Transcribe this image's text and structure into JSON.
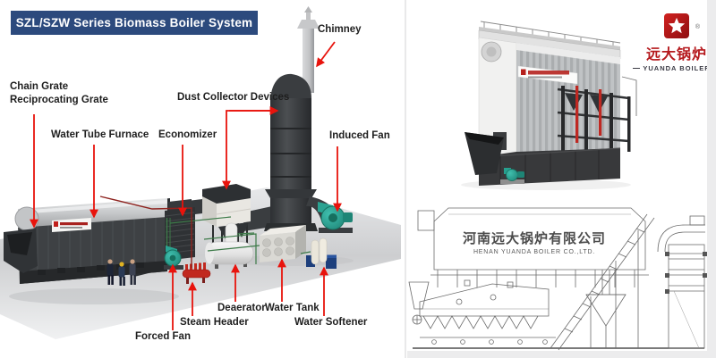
{
  "title_banner": {
    "text": "SZL/SZW Series Biomass Boiler System"
  },
  "diagram": {
    "labels": {
      "chimney": "Chimney",
      "chain_grate": "Chain Grate",
      "reciprocating_grate": "Reciprocating Grate",
      "water_tube_furnace": "Water Tube Furnace",
      "economizer": "Economizer",
      "dust_collector_devices": "Dust Collector Devices",
      "induced_fan": "Induced Fan",
      "forced_fan": "Forced Fan",
      "steam_header": "Steam Header",
      "deaerator": "Deaerator",
      "water_tank": "Water Tank",
      "water_softener": "Water Softener"
    }
  },
  "brand": {
    "cn": "远大锅炉",
    "en": "YUANDA BOILER",
    "registered": "®"
  },
  "drawing": {
    "company_cn": "河南远大锅炉有限公司",
    "company_en": "HENAN YUANDA BOILER CO.,LTD."
  },
  "colors": {
    "banner_bg": "#2c4a7d",
    "arrow_red": "#e8130c",
    "brand_red": "#b5191d",
    "fan_teal": "#27a08f"
  }
}
